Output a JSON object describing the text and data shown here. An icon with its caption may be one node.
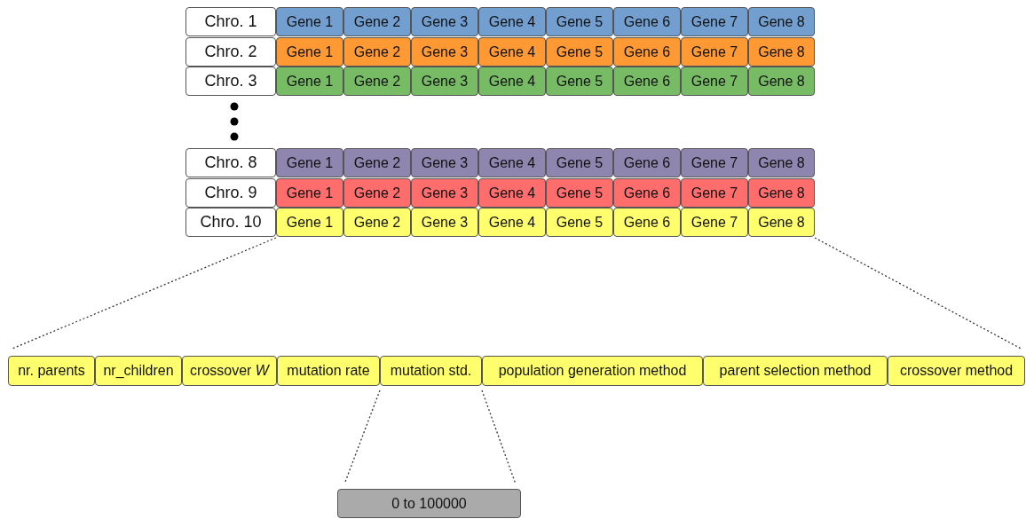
{
  "diagram": {
    "nodes": [
      {
        "text": [
          "Chro. 1"
        ]
      },
      {
        "text": [
          "Gene 1"
        ]
      },
      {
        "text": [
          "Gene 2"
        ]
      },
      {
        "text": [
          "Gene 3"
        ]
      },
      {
        "text": [
          "Gene 4"
        ]
      },
      {
        "text": [
          "Gene 5"
        ]
      },
      {
        "text": [
          "Gene 6"
        ]
      },
      {
        "text": [
          "Gene 7"
        ]
      },
      {
        "text": [
          "Gene 8"
        ]
      },
      {
        "text": [
          "Chro. 2"
        ]
      },
      {
        "text": [
          "Gene 1"
        ]
      },
      {
        "text": [
          "Gene 2"
        ]
      },
      {
        "text": [
          "Gene 3"
        ]
      },
      {
        "text": [
          "Gene 4"
        ]
      },
      {
        "text": [
          "Gene 5"
        ]
      },
      {
        "text": [
          "Gene 6"
        ]
      },
      {
        "text": [
          "Gene 7"
        ]
      },
      {
        "text": [
          "Gene 8"
        ]
      },
      {
        "text": [
          "Chro. 3"
        ]
      },
      {
        "text": [
          "Gene 1"
        ]
      },
      {
        "text": [
          "Gene 2"
        ]
      },
      {
        "text": [
          "Gene 3"
        ]
      },
      {
        "text": [
          "Gene 4"
        ]
      },
      {
        "text": [
          "Gene 5"
        ]
      },
      {
        "text": [
          "Gene 6"
        ]
      },
      {
        "text": [
          "Gene 7"
        ]
      },
      {
        "text": [
          "Gene 8"
        ]
      },
      {
        "text": [
          "Chro. 8"
        ]
      },
      {
        "text": [
          "Gene 1"
        ]
      },
      {
        "text": [
          "Gene 2"
        ]
      },
      {
        "text": [
          "Gene 3"
        ]
      },
      {
        "text": [
          "Gene 4"
        ]
      },
      {
        "text": [
          "Gene 5"
        ]
      },
      {
        "text": [
          "Gene 6"
        ]
      },
      {
        "text": [
          "Gene 7"
        ]
      },
      {
        "text": [
          "Gene 8"
        ]
      },
      {
        "text": [
          "Chro. 9"
        ]
      },
      {
        "text": [
          "Gene 1"
        ]
      },
      {
        "text": [
          "Gene 2"
        ]
      },
      {
        "text": [
          "Gene 3"
        ]
      },
      {
        "text": [
          "Gene 4"
        ]
      },
      {
        "text": [
          "Gene 5"
        ]
      },
      {
        "text": [
          "Gene 6"
        ]
      },
      {
        "text": [
          "Gene 7"
        ]
      },
      {
        "text": [
          "Gene 8"
        ]
      },
      {
        "text": [
          "Chro. 10"
        ]
      },
      {
        "text": [
          "Gene 1"
        ]
      },
      {
        "text": [
          "Gene 2"
        ]
      },
      {
        "text": [
          "Gene 3"
        ]
      },
      {
        "text": [
          "Gene 4"
        ]
      },
      {
        "text": [
          "Gene 5"
        ]
      },
      {
        "text": [
          "Gene 6"
        ]
      },
      {
        "text": [
          "Gene 7"
        ]
      },
      {
        "text": [
          "Gene 8"
        ]
      },
      {
        "text": [
          "nr. parents"
        ]
      },
      {
        "text": [
          "nr_children"
        ]
      },
      {
        "text": [
          "crossover *W*"
        ]
      },
      {
        "text": [
          "mutation rate"
        ]
      },
      {
        "text": [
          "mutation std."
        ]
      },
      {
        "text": [
          "population generation method"
        ]
      },
      {
        "text": [
          "parent selection method"
        ]
      },
      {
        "text": [
          "crossover method"
        ]
      },
      {
        "text": [
          "0  to 100000"
        ]
      }
    ],
    "edges": [
      {
        "from": 46,
        "to": 54,
        "arrow": "none",
        "style": "dashed"
      },
      {
        "from": 53,
        "to": 61,
        "arrow": "none",
        "style": "dashed"
      },
      {
        "from": 58,
        "to": 62,
        "arrow": "none",
        "style": "dashed"
      },
      {
        "from": 58,
        "to": 62,
        "arrow": "none",
        "style": "dashed"
      }
    ]
  }
}
